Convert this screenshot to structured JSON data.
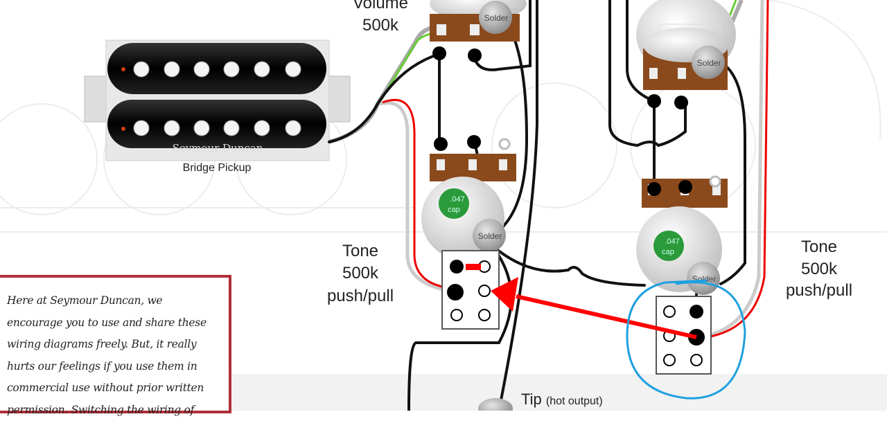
{
  "volume_label": {
    "line1": "Volume",
    "line2": "500k"
  },
  "pickup": {
    "brand": "Seymour Duncan",
    "caption": "Bridge Pickup"
  },
  "tone_left": {
    "line1": "Tone",
    "line2": "500k",
    "line3": "push/pull"
  },
  "tone_right": {
    "line1": "Tone",
    "line2": "500k",
    "line3": "push/pull"
  },
  "solder_label": "Solder",
  "cap": {
    "value": ".047",
    "unit": "cap"
  },
  "jack": {
    "tip": "Tip",
    "tip_note": "(hot output)"
  },
  "note_lines": [
    "Here at Seymour Duncan, we",
    "encourage you to use and share these",
    "wiring diagrams freely. But, it really",
    "hurts our feelings if you use them in",
    "commercial use without prior written",
    "permission. Switching the wiring of"
  ],
  "colors": {
    "annotation_arrow": "#ff0000",
    "annotation_circle": "#1ea0e0",
    "note_border": "#b0303a",
    "pot_brown": "#8a4a1c",
    "cap_green": "#2a9a3a"
  }
}
